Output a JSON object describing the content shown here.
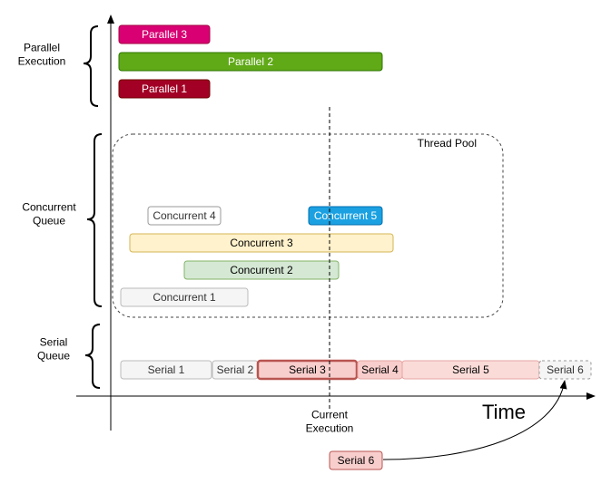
{
  "groups": {
    "parallel": "Parallel\nExecution",
    "concurrent": "Concurrent\nQueue",
    "serial": "Serial\nQueue"
  },
  "thread_pool_label": "Thread Pool",
  "time_label": "Time",
  "current_execution_label": "Current\nExecution",
  "incoming_task": {
    "label": "Serial 6",
    "fill": "#f8cecc",
    "stroke": "#b85450",
    "text": "#000000"
  },
  "parallel_tasks": [
    {
      "id": "parallel-3",
      "label": "Parallel 3",
      "fill": "#d80073",
      "stroke": "#a50040",
      "text": "#ffffff"
    },
    {
      "id": "parallel-2",
      "label": "Parallel 2",
      "fill": "#60a917",
      "stroke": "#2d7600",
      "text": "#ffffff"
    },
    {
      "id": "parallel-1",
      "label": "Parallel 1",
      "fill": "#a20025",
      "stroke": "#6f0000",
      "text": "#ffffff"
    }
  ],
  "concurrent_tasks": [
    {
      "id": "concurrent-4",
      "label": "Concurrent 4",
      "fill": "#ffffff",
      "stroke": "#999999",
      "text": "#333333"
    },
    {
      "id": "concurrent-5",
      "label": "Concurrent 5",
      "fill": "#1ba1e2",
      "stroke": "#006eaf",
      "text": "#ffffff"
    },
    {
      "id": "concurrent-3",
      "label": "Concurrent 3",
      "fill": "#fff2cc",
      "stroke": "#d6b656",
      "text": "#000000"
    },
    {
      "id": "concurrent-2",
      "label": "Concurrent 2",
      "fill": "#d5e8d4",
      "stroke": "#82b366",
      "text": "#000000"
    },
    {
      "id": "concurrent-1",
      "label": "Concurrent 1",
      "fill": "#f5f5f5",
      "stroke": "#bbbbbb",
      "text": "#333333"
    }
  ],
  "serial_tasks": [
    {
      "id": "serial-1",
      "label": "Serial 1",
      "fill": "#f5f5f5",
      "stroke": "#bbbbbb",
      "text": "#333333"
    },
    {
      "id": "serial-2",
      "label": "Serial 2",
      "fill": "#f5f5f5",
      "stroke": "#bbbbbb",
      "text": "#333333"
    },
    {
      "id": "serial-3",
      "label": "Serial 3",
      "fill": "#f8cecc",
      "stroke": "#b85450",
      "text": "#000000",
      "current": true
    },
    {
      "id": "serial-4",
      "label": "Serial 4",
      "fill": "#f8cecc",
      "stroke": "#e6a6a3",
      "text": "#000000"
    },
    {
      "id": "serial-5",
      "label": "Serial 5",
      "fill": "#fadbd8",
      "stroke": "#e6a6a3",
      "text": "#000000"
    },
    {
      "id": "serial-6",
      "label": "Serial 6",
      "fill": "#f5f5f5",
      "stroke": "#999999",
      "text": "#333333",
      "dashed": true
    }
  ]
}
